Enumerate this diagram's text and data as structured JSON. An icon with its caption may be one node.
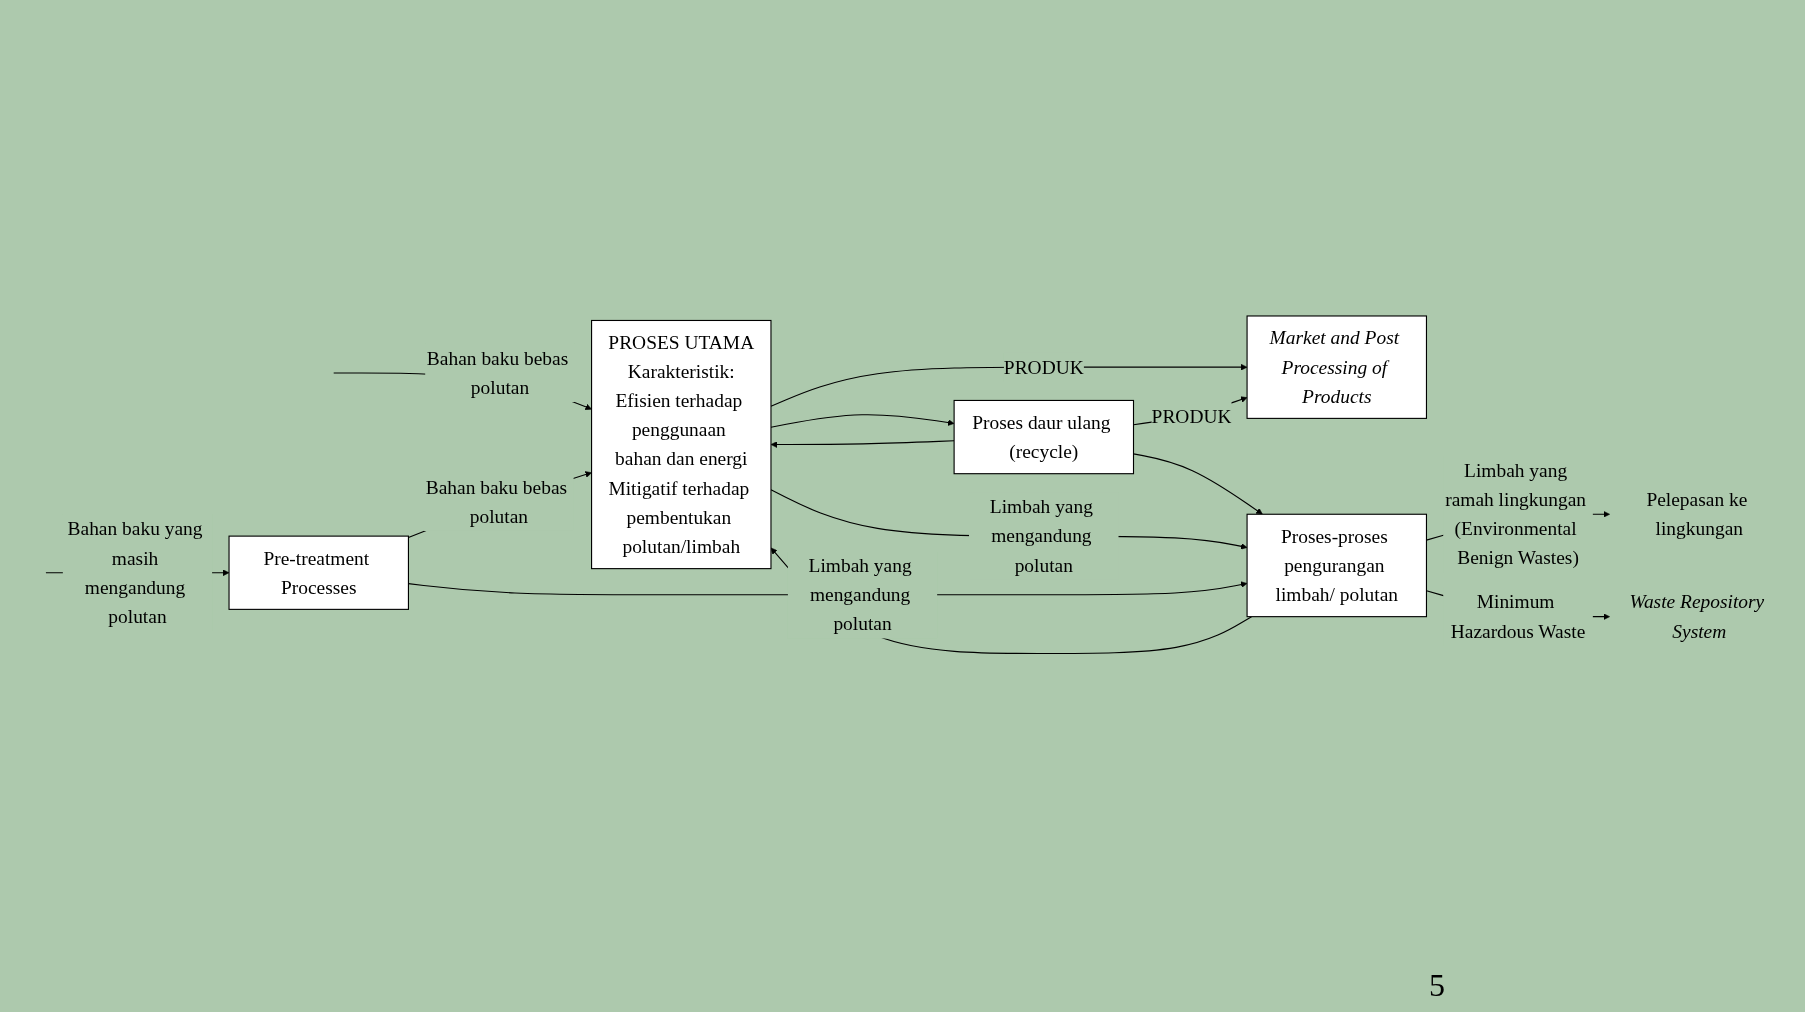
{
  "diagram": {
    "nodes": [
      {
        "text": [
          "PROSES UTAMA",
          "Karakteristik:",
          "Efisien terhadap penggunaan bahan dan energi",
          "Mitigatif terhadap pembentukan polutan/limbah"
        ]
      },
      {
        "text": [
          "Market and Post Processing of Products"
        ]
      },
      {
        "text": [
          "Proses daur ulang (recycle)"
        ]
      },
      {
        "text": [
          "Proses-proses pengurangan limbah/ polutan"
        ]
      },
      {
        "text": [
          "Pelepasan ke lingkungan"
        ]
      },
      {
        "text": [
          "Waste Repository System"
        ]
      },
      {
        "text": [
          "Pre-treatment Processes"
        ]
      }
    ],
    "edges": [
      {
        "from": null,
        "to": 0,
        "arrow": "to",
        "label": "Bahan baku bebas polutan"
      },
      {
        "from": 0,
        "to": 1,
        "arrow": "to",
        "label": "PRODUK"
      },
      {
        "from": 0,
        "to": 2,
        "arrow": "to"
      },
      {
        "from": 2,
        "to": 1,
        "arrow": "to",
        "label": "PRODUK"
      },
      {
        "from": 2,
        "to": 3,
        "arrow": "to"
      },
      {
        "from": 0,
        "to": 3,
        "arrow": "to",
        "label": "Limbah yang mengandung polutan"
      },
      {
        "from": 3,
        "to": 4,
        "arrow": "to",
        "label": "Limbah yang ramah lingkungan (Environmental Benign Wastes)"
      },
      {
        "from": 3,
        "to": 5,
        "arrow": "to",
        "label": "Minimum Hazardous Waste"
      },
      {
        "from": 3,
        "to": 0,
        "arrow": "to"
      },
      {
        "from": 2,
        "to": 0,
        "arrow": "to"
      },
      {
        "from": 6,
        "to": 3,
        "arrow": "to",
        "label": "Limbah yang mengandung polutan"
      },
      {
        "from": 6,
        "to": 0,
        "arrow": "to",
        "label": "Bahan baku bebas polutan"
      },
      {
        "from": null,
        "to": 6,
        "arrow": "to",
        "label": "Bahan baku yang masih mengandung polutan"
      }
    ],
    "labels": [
      "5"
    ]
  }
}
